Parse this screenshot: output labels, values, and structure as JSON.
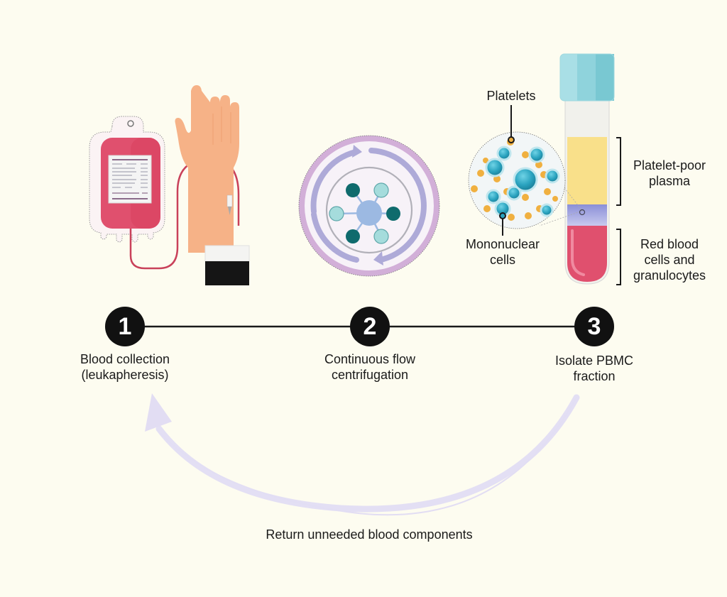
{
  "steps": [
    {
      "number": "1",
      "label": "Blood collection\n(leukapheresis)"
    },
    {
      "number": "2",
      "label": "Continuous flow\ncentrifugation"
    },
    {
      "number": "3",
      "label": "Isolate PBMC\nfraction"
    }
  ],
  "callouts": {
    "platelets": "Platelets",
    "mononuclear": "Mononuclear\ncells",
    "plasma": "Platelet-poor\nplasma",
    "rbc": "Red blood\ncells and\ngranulocytes"
  },
  "return_label": "Return unneeded blood components",
  "colors": {
    "background": "#fdfcf0",
    "blood": "#e0506e",
    "plasma": "#f9e08a",
    "buffy_coat": "#8a8fd8",
    "cap": "#8fd3dc",
    "cell": "#2aa3bf",
    "platelet": "#f0b040",
    "return_arrow": "#e2ddf3"
  }
}
